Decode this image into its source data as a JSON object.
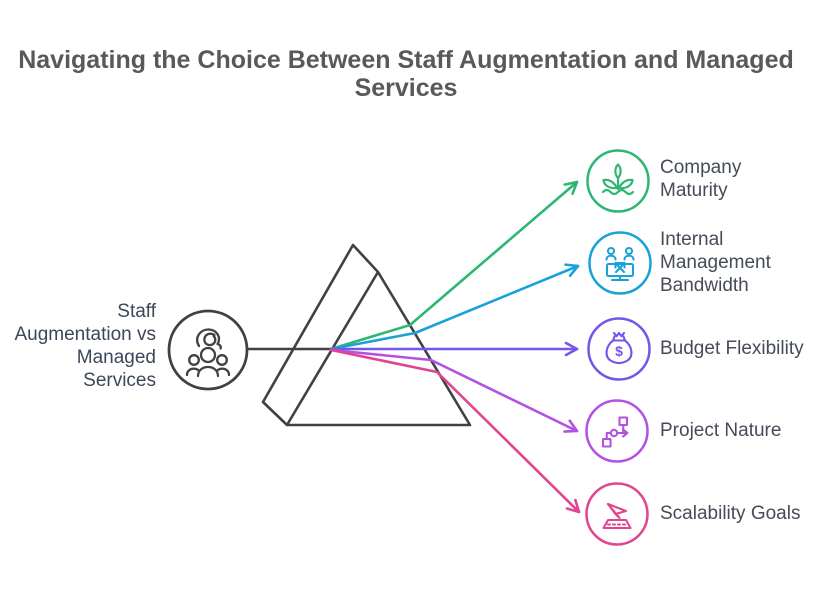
{
  "title": {
    "text": "Navigating the Choice Between Staff Augmentation and Managed Services"
  },
  "source": {
    "label": "Staff\nAugmentation vs\nManaged\nServices",
    "icon": "team-leadership-icon"
  },
  "factors": [
    {
      "label": "Company\nMaturity",
      "color": "#2eb673",
      "icon": "seedling-icon"
    },
    {
      "label": "Internal\nManagement\nBandwidth",
      "color": "#19a2d8",
      "icon": "team-monitor-icon"
    },
    {
      "label": "Budget Flexibility",
      "color": "#7655e8",
      "icon": "money-bag-icon"
    },
    {
      "label": "Project Nature",
      "color": "#b351e3",
      "icon": "flowchart-icon"
    },
    {
      "label": "Scalability Goals",
      "color": "#e2458f",
      "icon": "plane-takeoff-icon"
    }
  ],
  "money_bag_symbol": "$",
  "colors": {
    "line_dark": "#414144",
    "title_text": "#58595b",
    "source_text": "#3c4859",
    "factor_text": "#454c58"
  }
}
